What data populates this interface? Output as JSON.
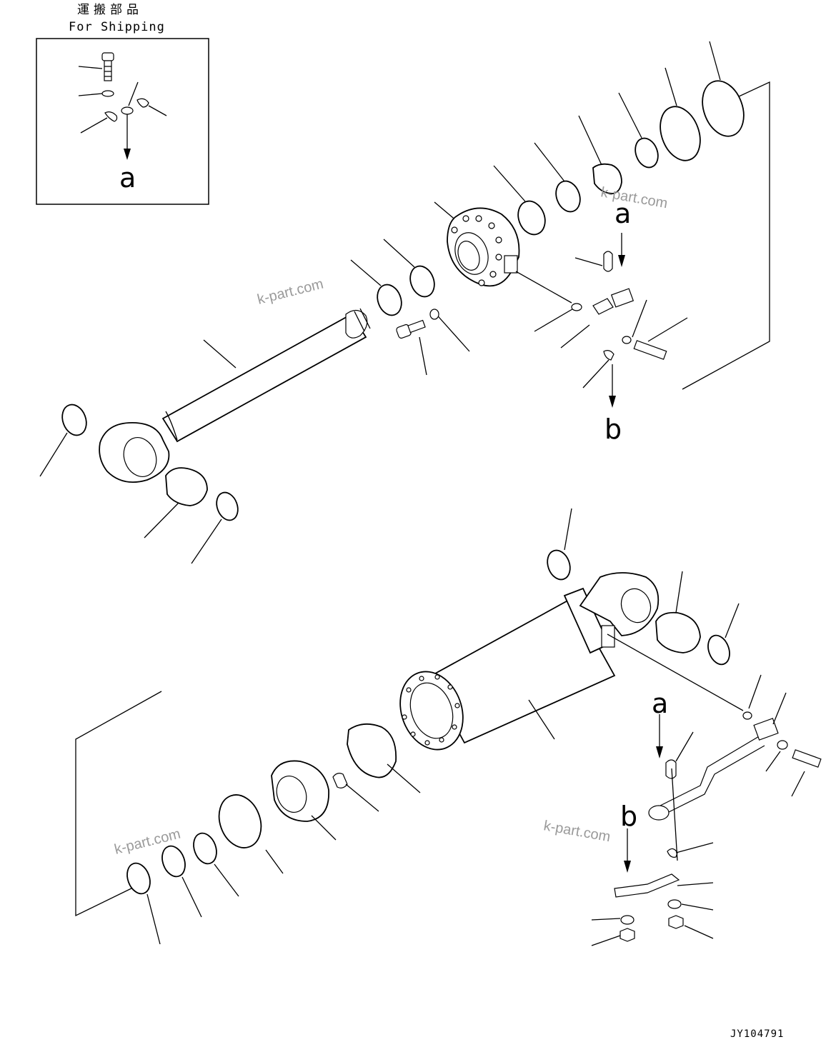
{
  "shipping": {
    "title_jp": "運搬部品",
    "title_en": "For Shipping",
    "arrow_label": "a"
  },
  "markers": {
    "a": "a",
    "b": "b"
  },
  "watermark": "k-part.com",
  "drawing_code": "JY104791"
}
